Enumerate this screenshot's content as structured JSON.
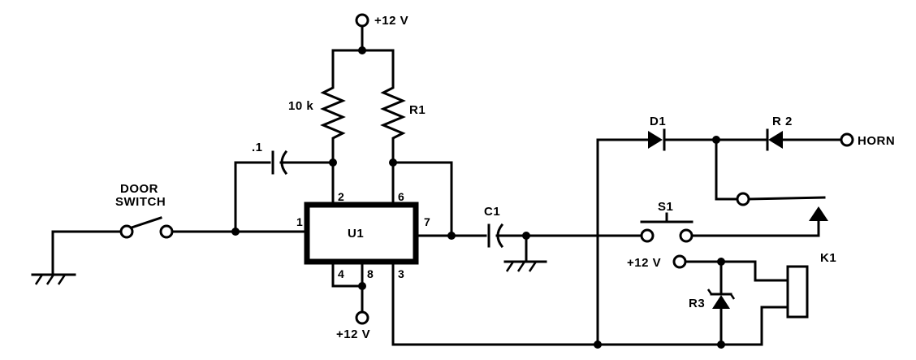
{
  "labels": {
    "supply_top": "+12 V",
    "supply_bottom": "+12 V",
    "supply_k1": "+12 V",
    "resistor_10k": "10 k",
    "resistor_r1": "R1",
    "capacitor_01": ".1",
    "door_switch_line1": "DOOR",
    "door_switch_line2": "SWITCH",
    "ic": "U1",
    "capacitor_c1": "C1",
    "diode_d1": "D1",
    "diode_r2": "R 2",
    "horn": "HORN",
    "switch_s1": "S1",
    "relay_k1": "K1",
    "zener_r3": "R3"
  },
  "pins": {
    "p1": "1",
    "p2": "2",
    "p3": "3",
    "p4": "4",
    "p6": "6",
    "p7": "7",
    "p8": "8"
  }
}
